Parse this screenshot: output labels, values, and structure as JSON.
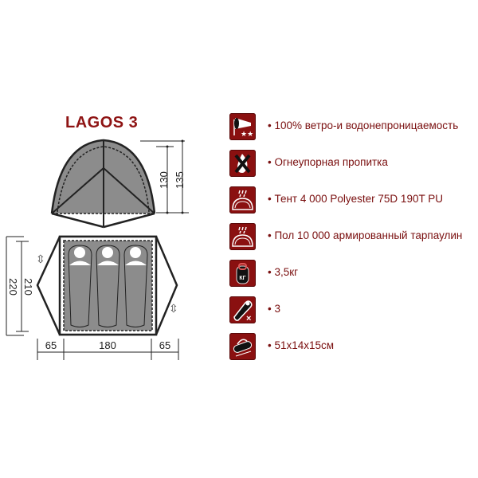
{
  "product": {
    "title": "LAGOS 3"
  },
  "diagram": {
    "side_view": {
      "inner_height": "130",
      "outer_height": "135"
    },
    "floor_plan": {
      "inner_length": "210",
      "outer_length": "220",
      "vestibule_left": "65",
      "inner_width": "180",
      "vestibule_right": "65",
      "sleeping_bags": 3
    }
  },
  "features": [
    {
      "icon": "windsock-icon",
      "text": "• 100% ветро-и водонепроницаемость"
    },
    {
      "icon": "fire-retardant-icon",
      "text": "• Огнеупорная пропитка"
    },
    {
      "icon": "tent-rain-icon",
      "text": "• Тент 4 000 Polyester 75D 190T PU"
    },
    {
      "icon": "floor-rain-icon",
      "text": "• Пол 10 000 армированный тарпаулин"
    },
    {
      "icon": "weight-icon",
      "text": "• 3,5кг"
    },
    {
      "icon": "sleeping-bag-icon",
      "text": "• 3"
    },
    {
      "icon": "pack-size-icon",
      "text": "• 51x14x15см"
    }
  ],
  "colors": {
    "accent": "#8a1010",
    "text": "#7a0f0f"
  }
}
